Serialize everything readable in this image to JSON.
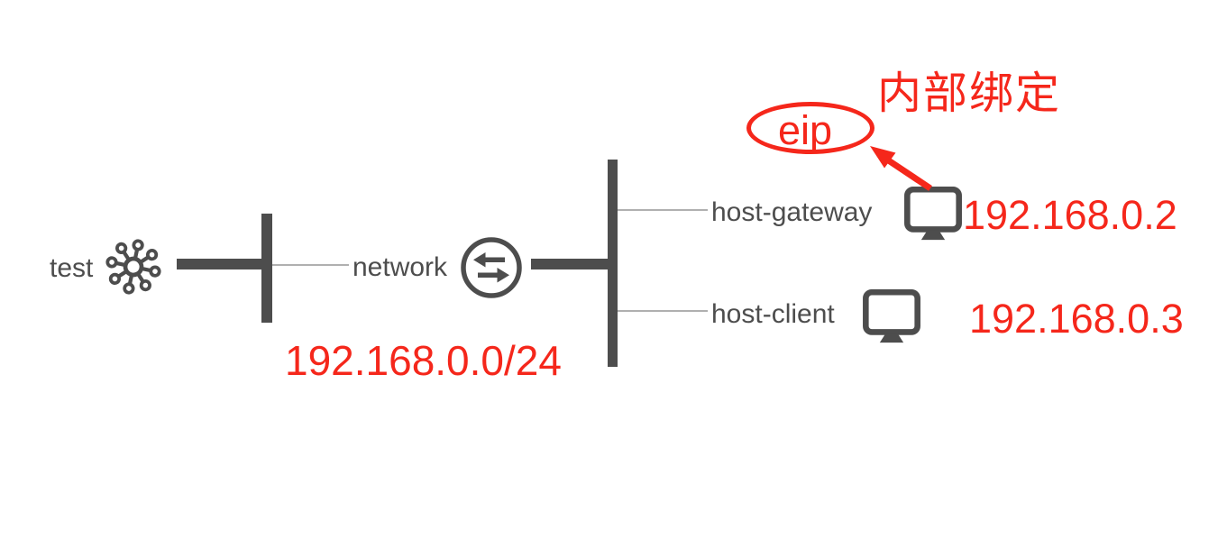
{
  "colors": {
    "element_gray": "#4d4d4d",
    "connector_gray": "#b0b0b0",
    "annotation_red": "#f5271b"
  },
  "diagram": {
    "subnet_label": "test",
    "network_label": "network",
    "network_cidr": "192.168.0.0/24",
    "hosts": [
      {
        "name": "host-gateway",
        "ip": "192.168.0.2"
      },
      {
        "name": "host-client",
        "ip": "192.168.0.3"
      }
    ],
    "annotation_title": "内部绑定",
    "eip_label": "eip"
  },
  "icons": {
    "subnet": "hub-icon",
    "network": "router-exchange-icon",
    "host": "monitor-icon",
    "binding": "red-arrow-icon"
  }
}
